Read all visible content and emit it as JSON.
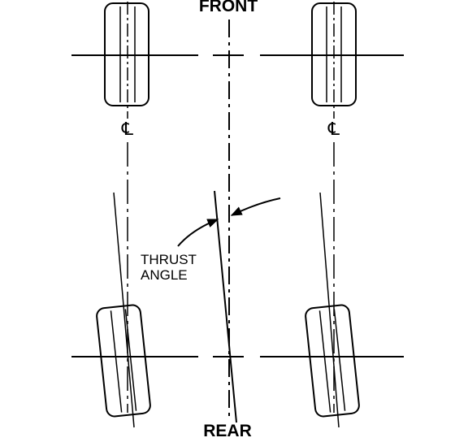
{
  "labels": {
    "front": "FRONT",
    "rear": "REAR",
    "thrust_line1": "THRUST",
    "thrust_line2": "ANGLE",
    "centerline_left": "℄",
    "centerline_right": "℄"
  },
  "colors": {
    "ink": "#000000",
    "background": "#ffffff"
  }
}
